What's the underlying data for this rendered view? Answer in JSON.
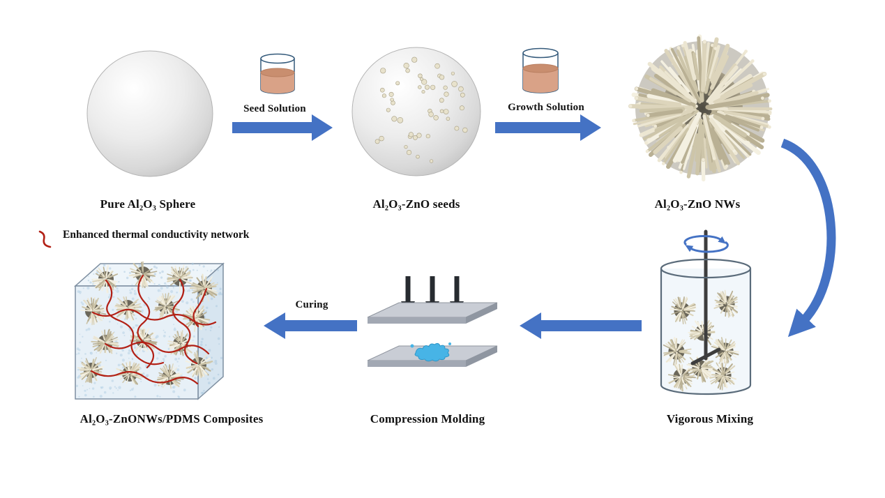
{
  "diagram": {
    "labels": {
      "pure_sphere": "Pure Al₂O₃ Sphere",
      "seed_solution": "Seed Solution",
      "zno_seeds": "Al₂O₃-ZnO seeds",
      "growth_solution": "Growth Solution",
      "zno_nws": "Al₂O₃-ZnO NWs",
      "vigorous_mixing": "Vigorous Mixing",
      "compression_molding": "Compression Molding",
      "curing": "Curing",
      "composites": "Al₂O₃-ZnONWs/PDMS Composites",
      "legend": "Enhanced thermal conductivity network"
    },
    "colors": {
      "arrow_blue": "#4472C4",
      "network_red": "#B22015",
      "solution_tan": "#D9A287",
      "nanowire_beige": "#D8D0B8",
      "splash_blue": "#47B4E6"
    }
  }
}
